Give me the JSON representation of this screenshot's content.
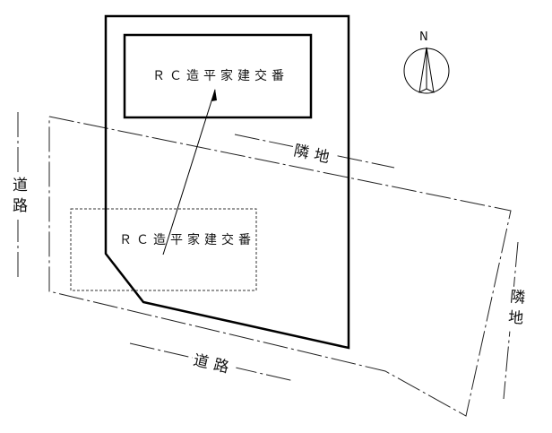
{
  "building_new": {
    "label": "ＲＣ造平家建交番"
  },
  "building_old": {
    "label": "ＲＣ造平家建交番"
  },
  "labels": {
    "road_left": "道路",
    "road_bottom": "道路",
    "neighbor_top": "隣地",
    "neighbor_right": "隣地"
  },
  "compass": {
    "north_label": "N"
  }
}
